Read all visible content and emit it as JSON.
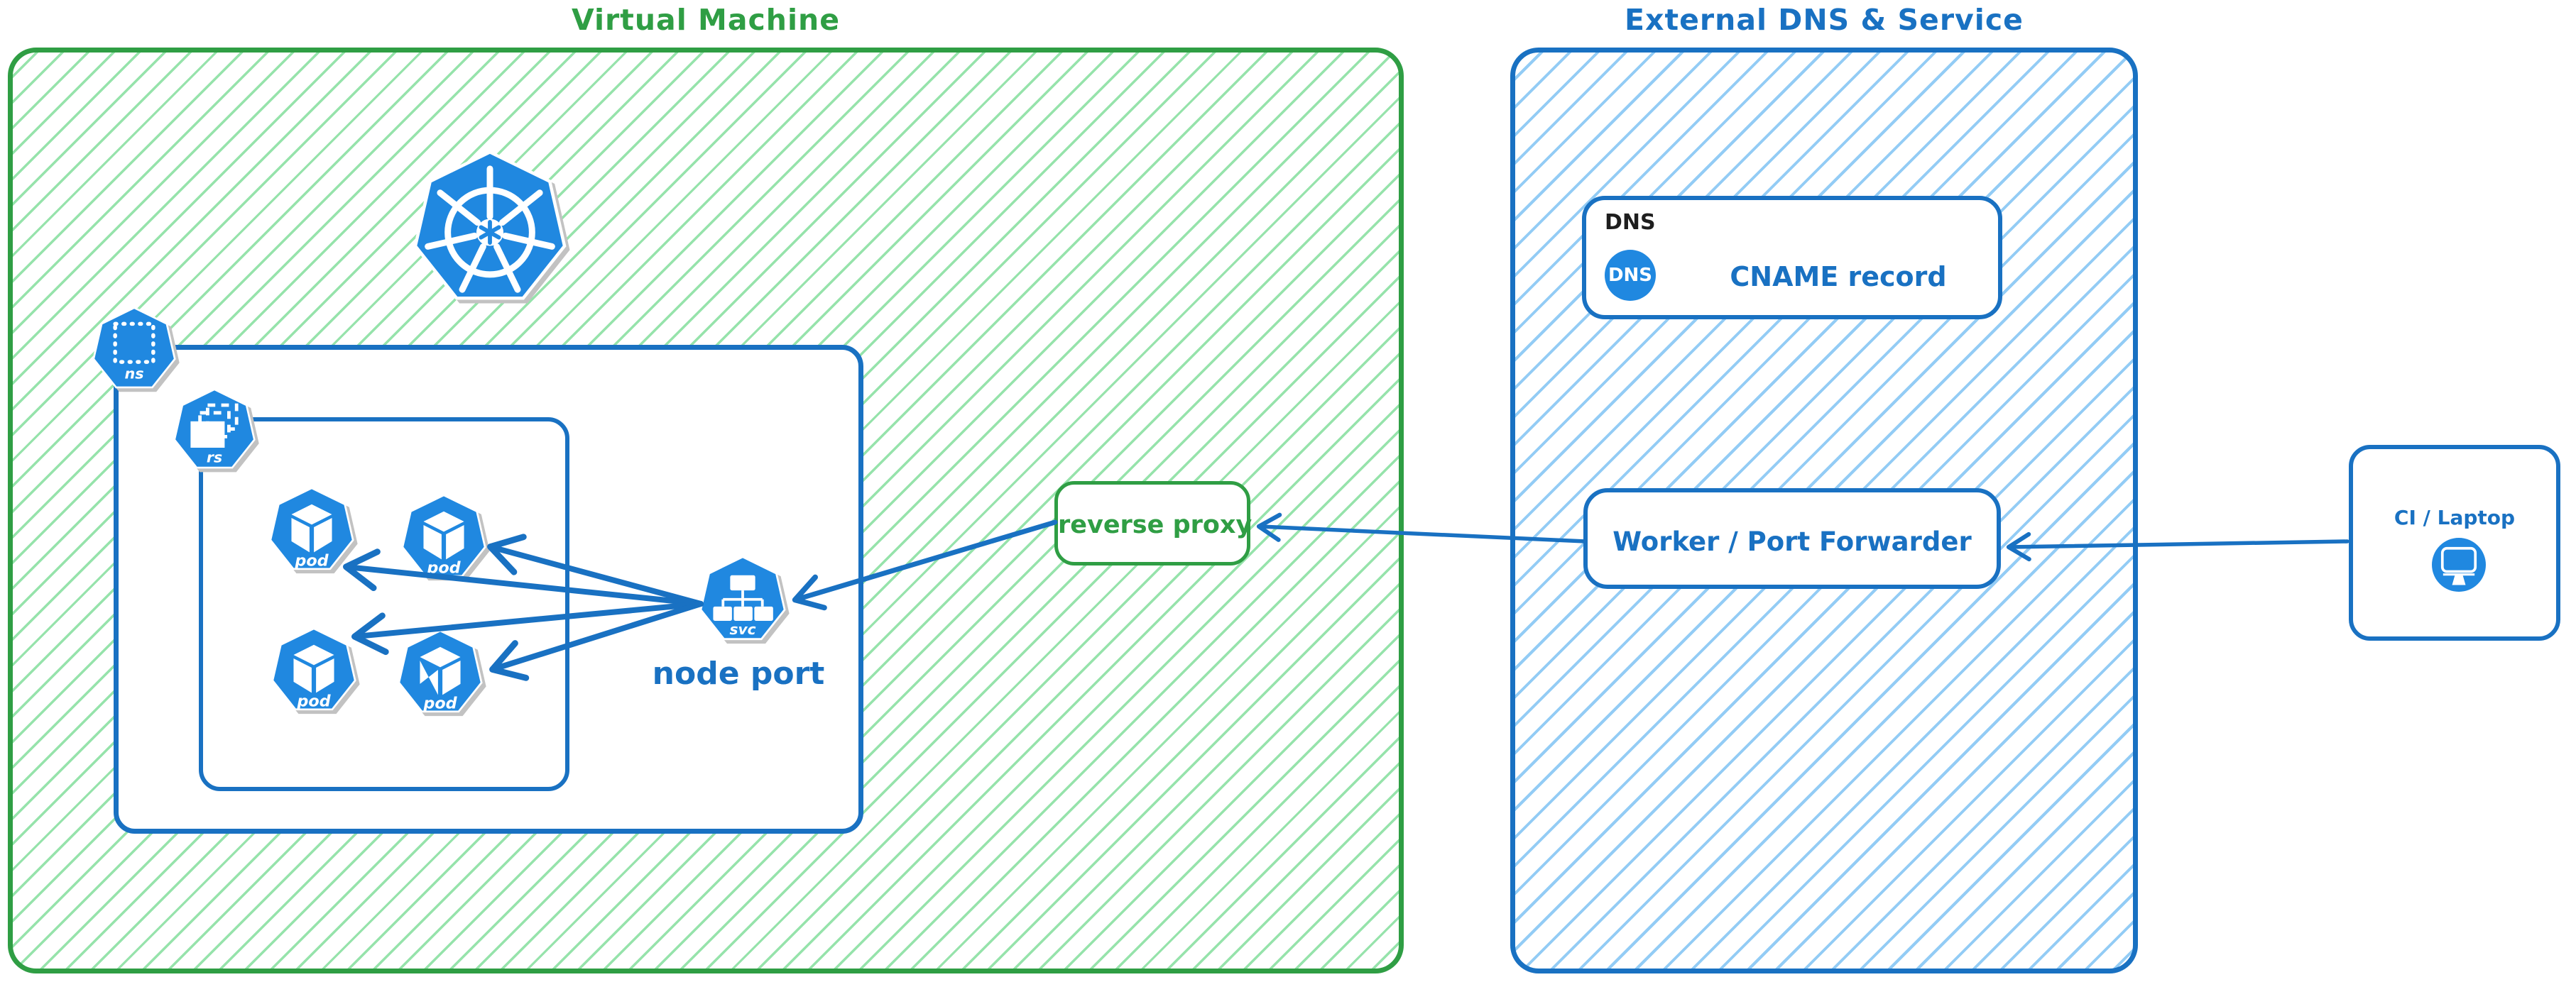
{
  "groups": {
    "vm": {
      "title": "Virtual Machine"
    },
    "external": {
      "title": "External DNS & Service"
    }
  },
  "k8s": {
    "namespace_label": "ns",
    "replicaset_label": "rs",
    "service_label": "svc",
    "service_caption": "node port",
    "pods": [
      {
        "label": "pod"
      },
      {
        "label": "pod"
      },
      {
        "label": "pod"
      },
      {
        "label": "pod"
      }
    ]
  },
  "nodes": {
    "reverse_proxy": {
      "label": "reverse proxy"
    },
    "dns": {
      "tag": "DNS",
      "icon_text": "DNS",
      "label": "CNAME record"
    },
    "worker": {
      "label": "Worker / Port Forwarder"
    },
    "client": {
      "label": "CI / Laptop"
    }
  },
  "colors": {
    "green_stroke": "#2f9e44",
    "green_hatch": "#96e3ab",
    "blue_stroke": "#1971c2",
    "blue_hatch": "#93ccf5",
    "icon_blue": "#2088e0",
    "tag_black": "#1e1e1e",
    "shadow_gray": "#c2c2c2"
  }
}
